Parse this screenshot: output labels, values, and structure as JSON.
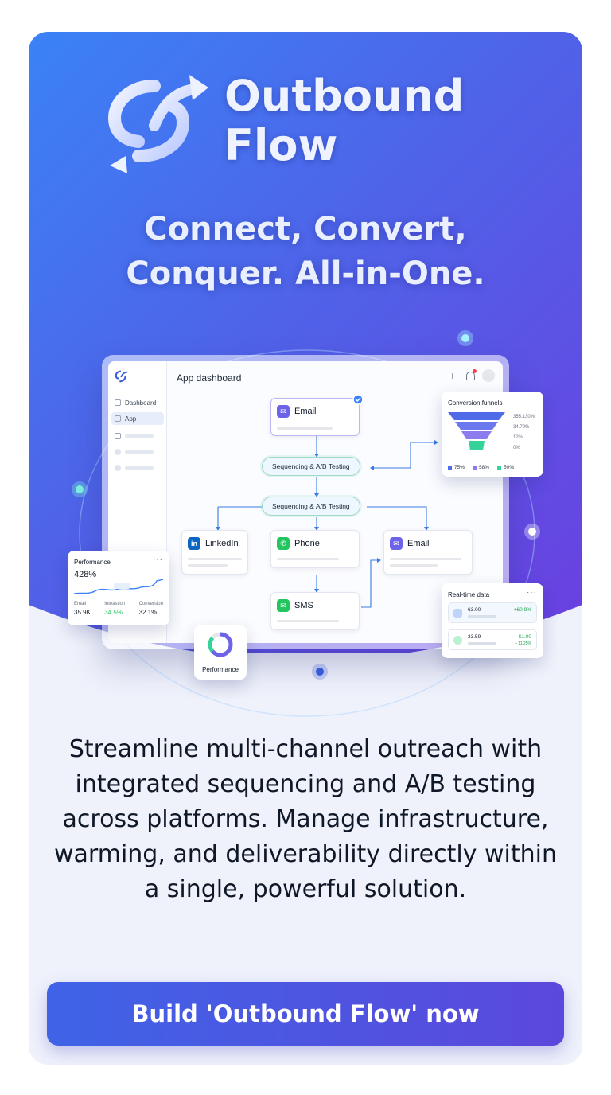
{
  "brand": {
    "name_line1": "Outbound",
    "name_line2": "Flow"
  },
  "tagline": {
    "line1": "Connect, Convert,",
    "line2": "Conquer. All-in-One."
  },
  "dashboard": {
    "title": "App dashboard",
    "sidebar": [
      {
        "label": "Dashboard"
      },
      {
        "label": "App"
      }
    ],
    "nodes": {
      "email_top": "Email",
      "seq1": "Sequencing & A/B Testing",
      "seq2": "Sequencing & A/B Testing",
      "linkedin": "LinkedIn",
      "phone": "Phone",
      "email_right": "Email",
      "sms": "SMS"
    },
    "icons": {
      "email": "mail-icon",
      "linkedin": "linkedin-icon",
      "phone": "phone-icon",
      "sms": "chat-icon"
    }
  },
  "performance_card": {
    "title": "Performance",
    "value": "428%",
    "stats": [
      {
        "label": "Email",
        "value": "35.9K"
      },
      {
        "label": "Inteastion",
        "value": "34.5%"
      },
      {
        "label": "Conversion",
        "value": "32.1%"
      }
    ]
  },
  "funnel_card": {
    "title": "Conversion funnels",
    "stage_labels": [
      "355.130%",
      "34.79%",
      "12%",
      "0%"
    ],
    "legend": [
      "75%",
      "58%",
      "50%"
    ],
    "colors": [
      "#4f6be8",
      "#8b7cf0",
      "#34d399"
    ]
  },
  "realtime_card": {
    "title": "Real-time data",
    "rows": [
      {
        "value": "63.00",
        "delta": "+60.9%",
        "sub": ""
      },
      {
        "value": "33.59",
        "delta": "-$1.00",
        "sub": "+ 11.25%"
      }
    ]
  },
  "perf_badge": {
    "label": "Performance"
  },
  "description": "Streamline multi-channel outreach with integrated sequencing and A/B testing across platforms. Manage infrastructure, warming, and deliverability directly within a single, powerful solution.",
  "cta": {
    "label": "Build 'Outbound Flow' now"
  }
}
